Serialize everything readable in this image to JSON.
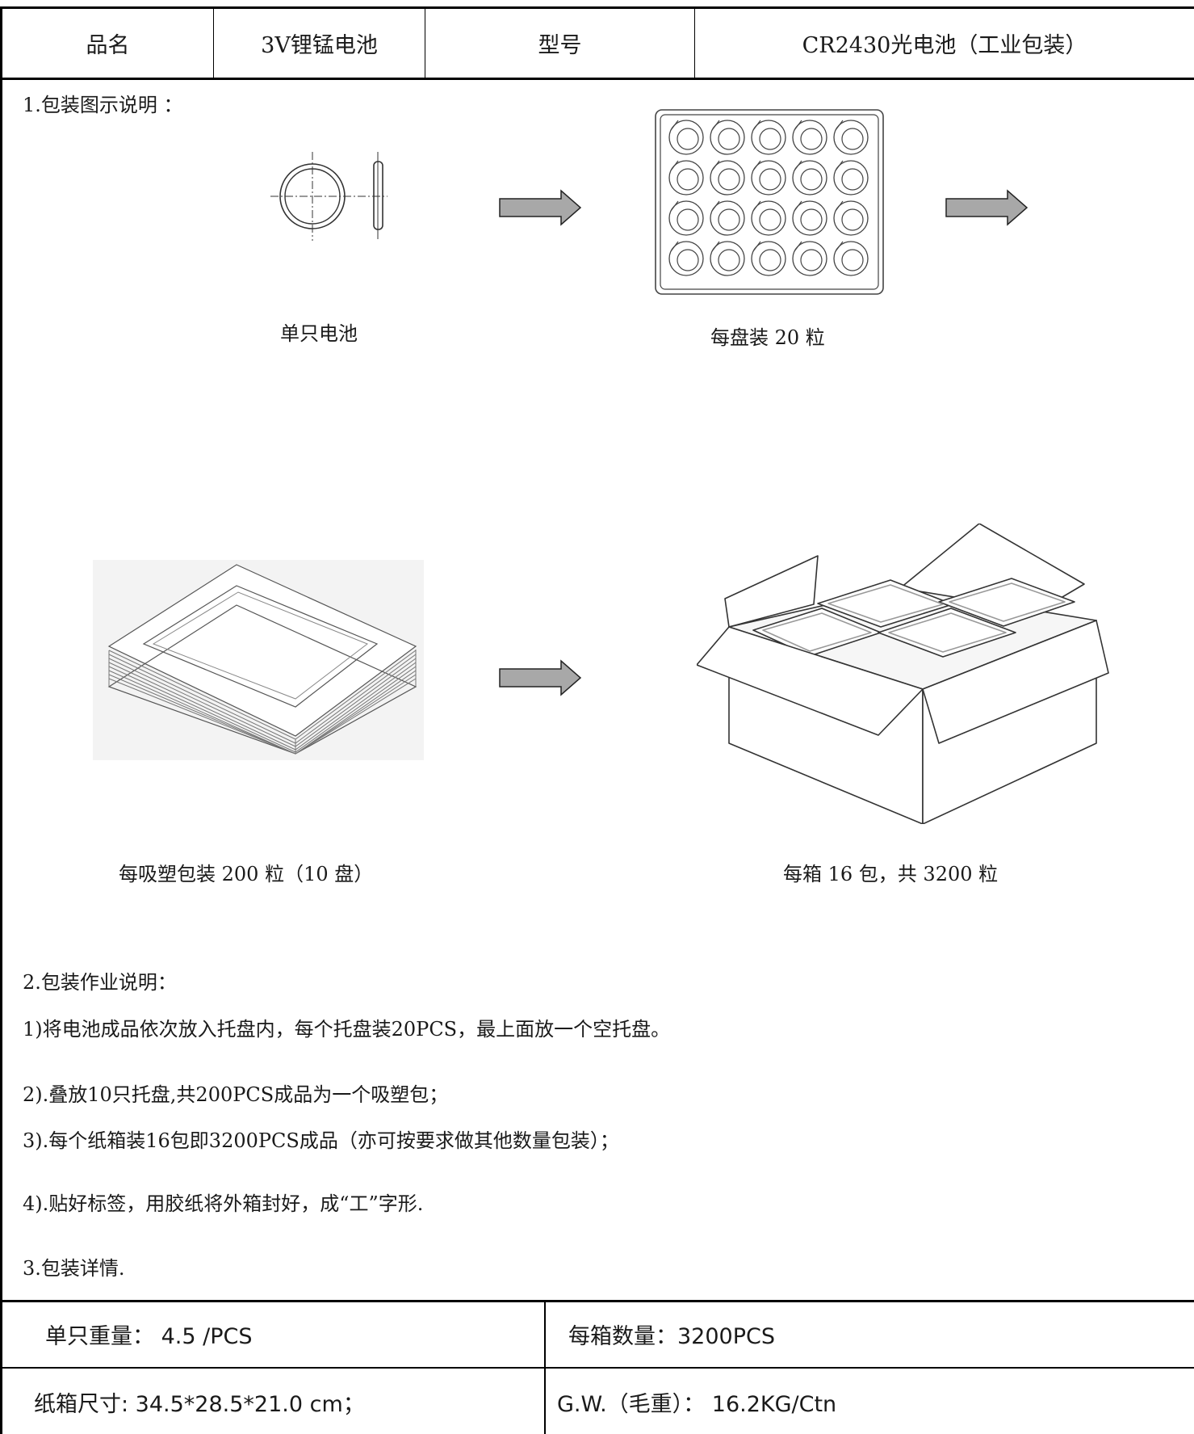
{
  "header": {
    "product_name_label": "品名",
    "product_name_value": "3V锂锰电池",
    "model_label": "型号",
    "model_value": "CR2430光电池（工业包装）"
  },
  "section1": {
    "title": "1.包装图示说明 ：",
    "captions": {
      "single": "单只电池",
      "tray": "每盘装 20 粒",
      "blister": "每吸塑包装 200 粒（10 盘）",
      "carton": "每箱 16 包，共 3200 粒"
    },
    "tray_count": 20,
    "tray_rows": 4,
    "tray_cols": 5
  },
  "section2": {
    "title": "2.包装作业说明：",
    "steps": [
      "1)将电池成品依次放入托盘内，每个托盘装20PCS，最上面放一个空托盘。",
      "2).叠放10只托盘,共200PCS成品为一个吸塑包；",
      "3).每个纸箱装16包即3200PCS成品（亦可按要求做其他数量包装）；",
      "4).贴好标签，用胶纸将外箱封好，成“工”字形."
    ]
  },
  "section3": {
    "title": "3.包装详情.",
    "unit_weight": "单只重量： 4.5 /PCS",
    "qty_per_carton": "每箱数量：3200PCS",
    "carton_size": "纸箱尺寸: 34.5*28.5*21.0 cm；",
    "gross_weight": "G.W.（毛重）： 16.2KG/Ctn"
  }
}
